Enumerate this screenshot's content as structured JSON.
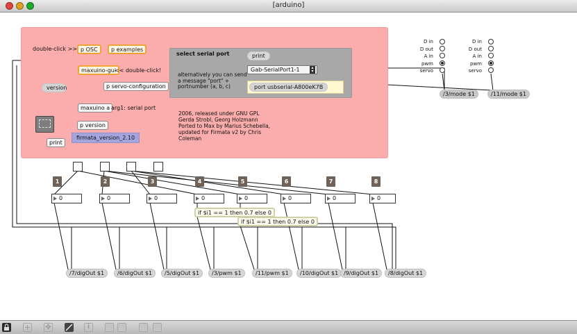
{
  "window": {
    "title": "[arduino]"
  },
  "traffic_lights": {
    "close": "#e0443e",
    "minimize": "#dea123",
    "zoom": "#1aab29"
  },
  "main_panel": {
    "bg": "#fbacac",
    "double_click_label": "double-click >>",
    "p_osc": "p OSC",
    "p_examples": "p examples",
    "maxuino_gui": "maxuino-gui",
    "double_click_hint": "<< double-click!",
    "version_msg": "version",
    "servo_config": "p servo-configuration",
    "maxuino_a": "maxuino a",
    "arg_label": "arg1: serial port",
    "p_version": "p version",
    "print_label": "print",
    "firmata_version": "firmata_version_2.10",
    "credits": [
      "2006, released under GNU GPL",
      "Gerda Strobl, Georg Holzmann",
      "Ported to Max by Marius Schebella,",
      "updated for Firmata v2 by Chris",
      "Coleman"
    ]
  },
  "serial_panel": {
    "title": "select serial port",
    "print_msg": "print",
    "port_menu": "Gab-SerialPort1-1",
    "alt_text": [
      "alternatively you can send",
      "a message \"port\" +",
      "portnumber (a, b, c)"
    ],
    "port_msg": "port usbserial-A800eK7B"
  },
  "pin_modes": {
    "labels": [
      "D in",
      "D out",
      "A in",
      "pwm",
      "servo"
    ],
    "groups": [
      {
        "selected": 3,
        "mode_msg": "/3/mode $1"
      },
      {
        "selected": 3,
        "mode_msg": "/11/mode $1"
      }
    ]
  },
  "channels": {
    "buttons": [
      "1",
      "2",
      "3",
      "4",
      "5",
      "6",
      "7",
      "8"
    ],
    "number_values": [
      "0",
      "0",
      "0",
      "0",
      "0",
      "0",
      "0",
      "0"
    ]
  },
  "expressions": {
    "expr1": "if $i1 == 1 then 0.7 else 0",
    "expr2": "if $i1 == 1 then 0.7 else 0"
  },
  "outputs": [
    "/7/digOut $1",
    "/6/digOut $1",
    "/5/digOut $1",
    "/3/pwm $1",
    "/11/pwm $1",
    "/10/digOut $1",
    "/9/digOut $1",
    "/8/digOut $1"
  ],
  "toolbar": [
    "lock-icon",
    "add-icon",
    "move-icon",
    "presentation-icon",
    "info-icon",
    "grid-icon",
    "snap-icon",
    "patcher-icon",
    "edit-icon"
  ]
}
